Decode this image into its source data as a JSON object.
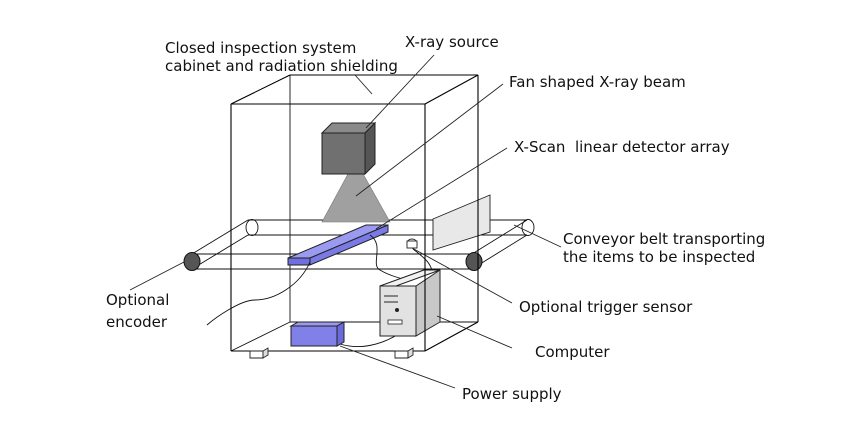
{
  "labels": {
    "cabinet": {
      "line1": "Closed inspection system",
      "line2": "cabinet and radiation shielding"
    },
    "xray_source": "X-ray source",
    "fan_beam": "Fan shaped X-ray beam",
    "detector": "X-Scan  linear detector array",
    "conveyor": {
      "line1": "Conveyor belt transporting",
      "line2": "the items to be inspected"
    },
    "encoder": {
      "line1": "Optional",
      "line2": "encoder"
    },
    "trigger": "Optional trigger sensor",
    "computer": "Computer",
    "power": "Power supply"
  },
  "colors": {
    "detector_fill": "#8080e8",
    "power_fill": "#8080e8",
    "source_fill": "#707070",
    "beam_fill": "#a0a0a0",
    "computer_fill": "#e2e2e2"
  }
}
